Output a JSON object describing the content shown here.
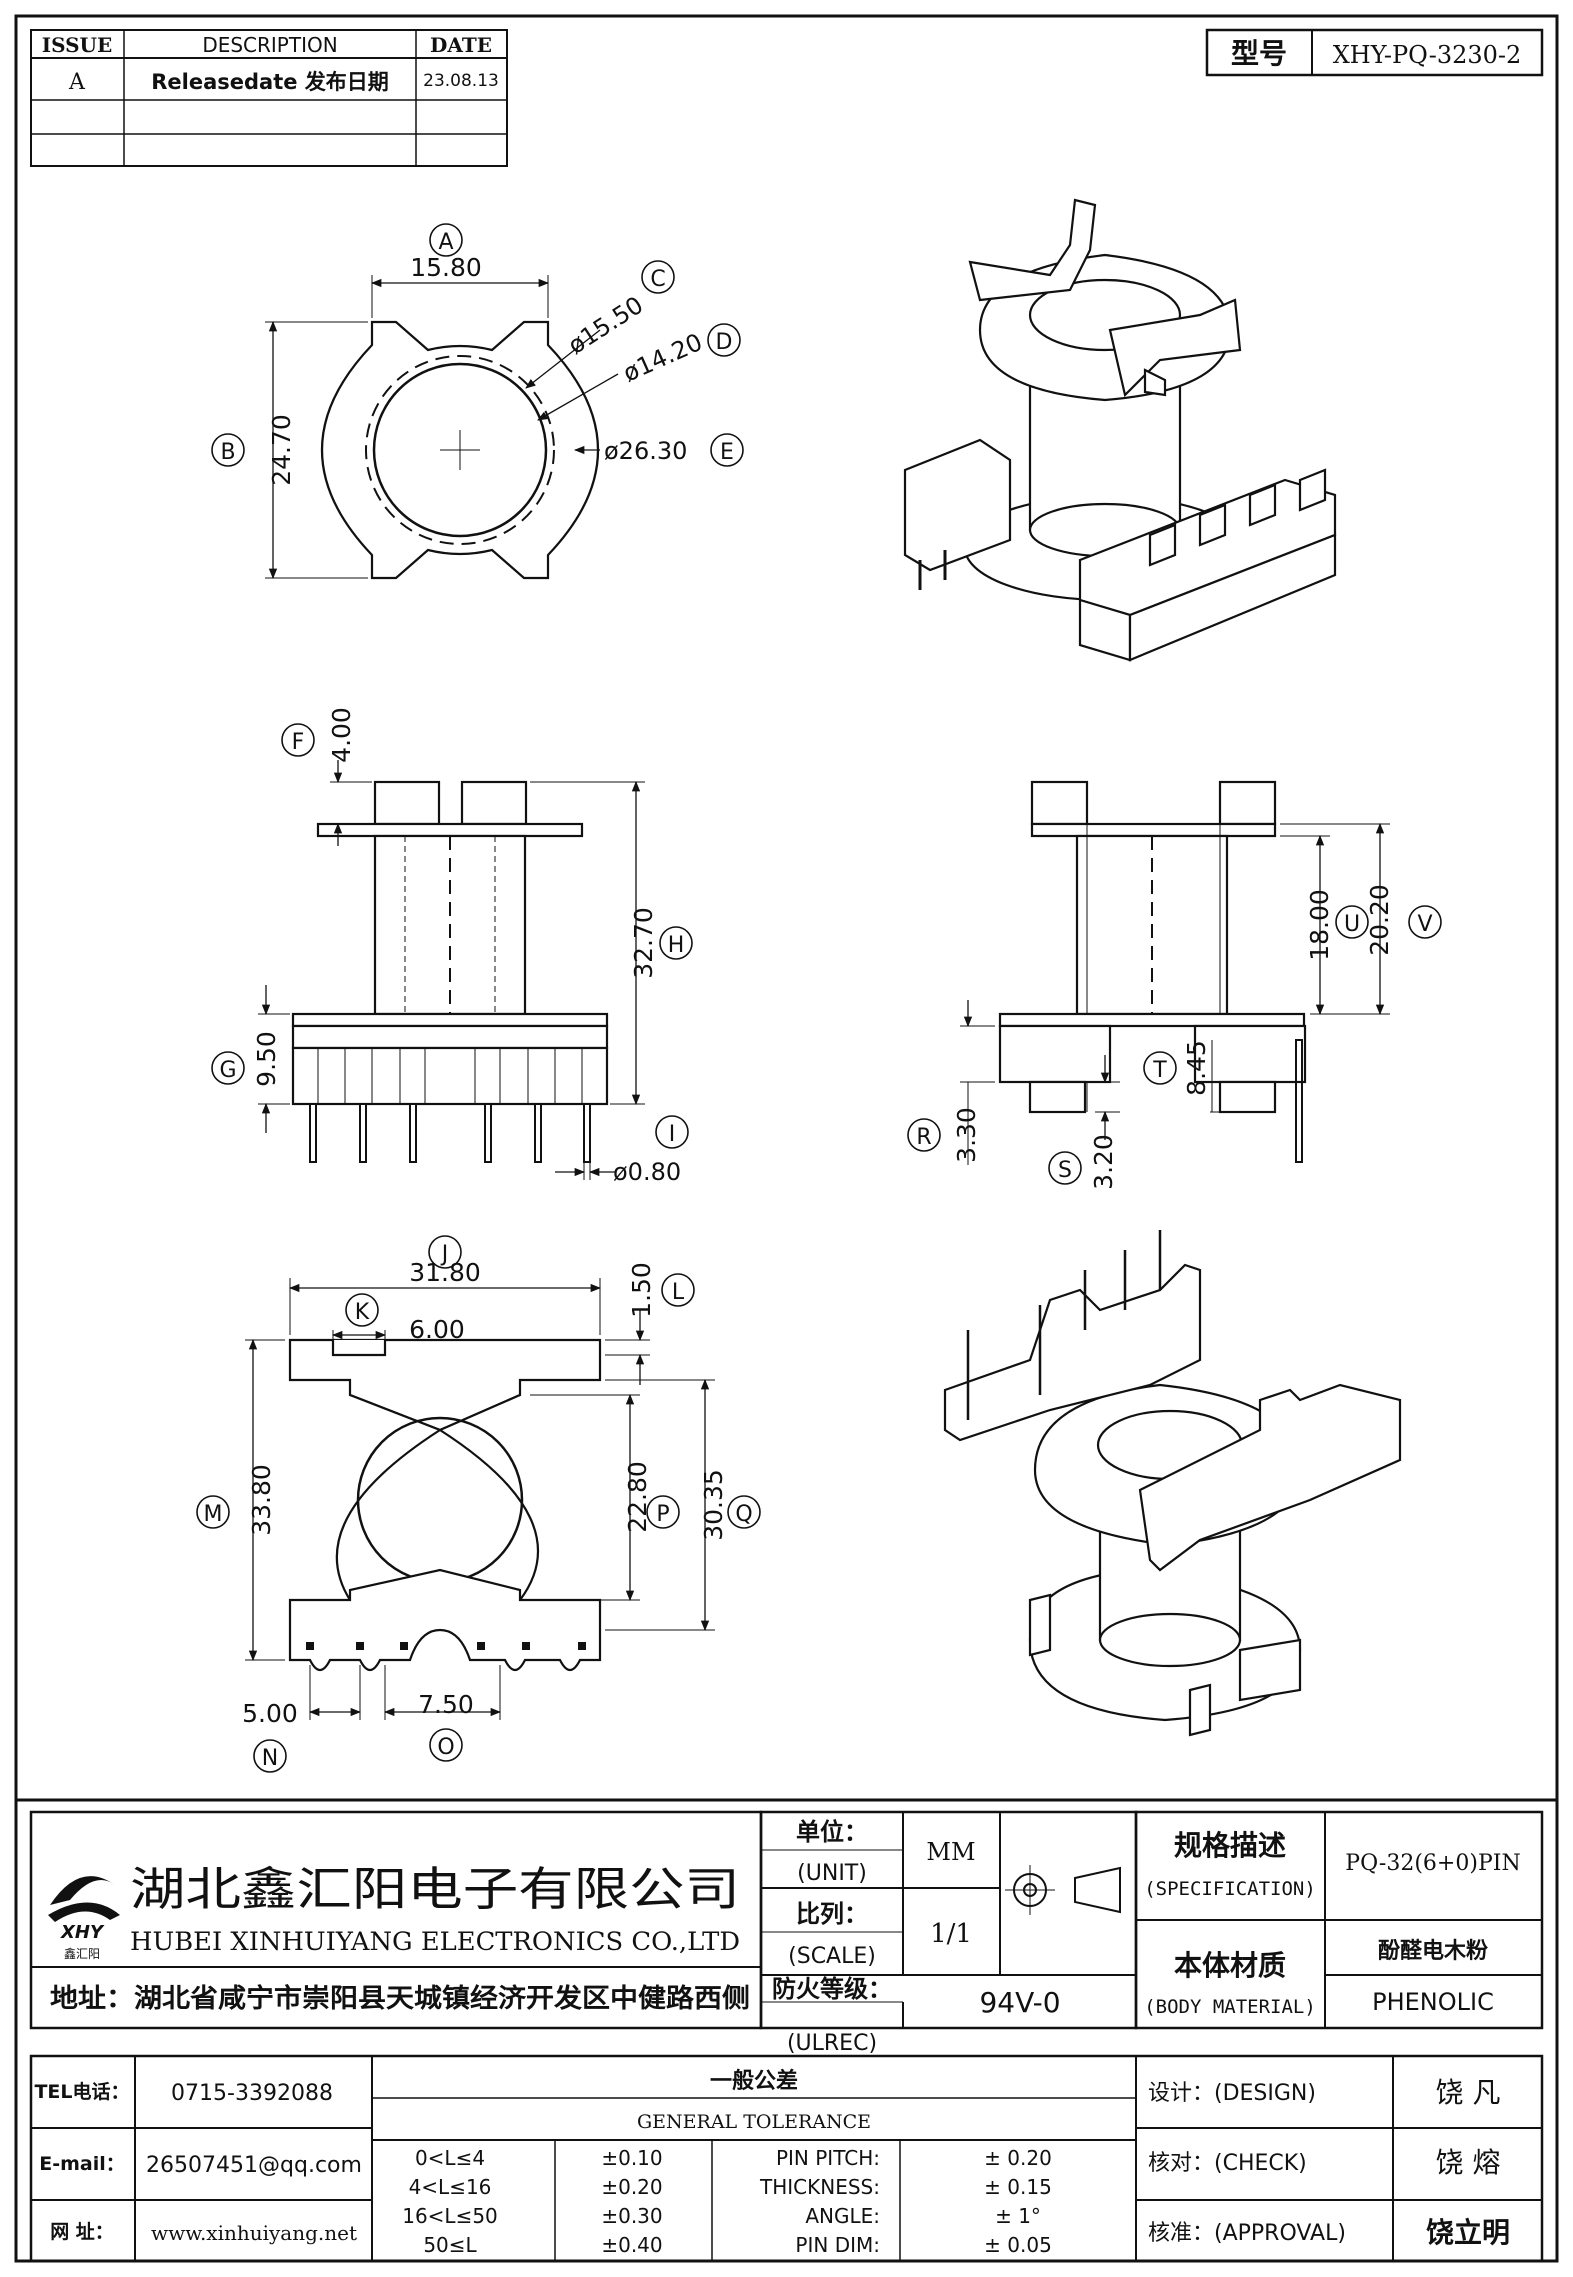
{
  "revision_table": {
    "headers": [
      "ISSUE",
      "DESCRIPTION",
      "DATE"
    ],
    "rows": [
      {
        "issue": "A",
        "description": "Releasedate 发布日期",
        "date": "23.08.13"
      },
      {
        "issue": "",
        "description": "",
        "date": ""
      },
      {
        "issue": "",
        "description": "",
        "date": ""
      }
    ]
  },
  "model": {
    "label": "型号",
    "value": "XHY-PQ-3230-2"
  },
  "top_view": {
    "dims": {
      "A": {
        "letter": "A",
        "value": "15.80"
      },
      "B": {
        "letter": "B",
        "value": "24.70"
      },
      "C": {
        "letter": "C",
        "value": "ø15.50"
      },
      "D": {
        "letter": "D",
        "value": "ø14.20"
      },
      "E": {
        "letter": "E",
        "value": "ø26.30"
      }
    }
  },
  "front_view": {
    "dims": {
      "F": {
        "letter": "F",
        "value": "4.00"
      },
      "H": {
        "letter": "H",
        "value": "32.70"
      },
      "G": {
        "letter": "G",
        "value": "9.50"
      },
      "I": {
        "letter": "I",
        "value": "ø0.80"
      }
    }
  },
  "side_view": {
    "dims": {
      "U": {
        "letter": "U",
        "value": "18.00"
      },
      "V": {
        "letter": "V",
        "value": "20.20"
      },
      "T": {
        "letter": "T",
        "value": "8.45"
      },
      "R": {
        "letter": "R",
        "value": "3.30"
      },
      "S": {
        "letter": "S",
        "value": "3.20"
      }
    }
  },
  "bottom_view": {
    "dims": {
      "J": {
        "letter": "J",
        "value": "31.80"
      },
      "K": {
        "letter": "K",
        "value": "6.00"
      },
      "L": {
        "letter": "L",
        "value": "1.50"
      },
      "M": {
        "letter": "M",
        "value": "33.80"
      },
      "P": {
        "letter": "P",
        "value": "22.80"
      },
      "Q": {
        "letter": "Q",
        "value": "30.35"
      },
      "N": {
        "letter": "N",
        "value": "5.00"
      },
      "O": {
        "letter": "O",
        "value": "7.50"
      }
    }
  },
  "company": {
    "name_cn": "湖北鑫汇阳电子有限公司",
    "name_en": "HUBEI XINHUIYANG ELECTRONICS CO.,LTD",
    "logo_text": "XHY",
    "logo_sub": "鑫汇阳",
    "address": "地址：湖北省咸宁市崇阳县天城镇经济开发区中健路西侧"
  },
  "unit": {
    "label_cn": "单位：",
    "label_en": "(UNIT)",
    "value": "MM"
  },
  "scale": {
    "label_cn": "比列：",
    "label_en": "(SCALE)",
    "value": "1/1"
  },
  "flammability": {
    "label_cn": "防火等级：",
    "label_en": "(ULREC)",
    "value": "94V-0"
  },
  "specification": {
    "label_cn": "规格描述",
    "label_en": "(SPECIFICATION)",
    "value": "PQ-32(6+0)PIN"
  },
  "material": {
    "label_cn": "本体材质",
    "label_en": "(BODY MATERIAL)",
    "value_cn": "酚醛电木粉",
    "value_en": "PHENOLIC"
  },
  "contact": {
    "tel_label": "TEL电话：",
    "tel": "0715-3392088",
    "email_label": "E-mail：",
    "email": "26507451@qq.com",
    "web_label": "网  址：",
    "web": "www.xinhuiyang.net"
  },
  "tolerance": {
    "title_cn": "一般公差",
    "title_en": "GENERAL TOLERANCE",
    "ranges": [
      {
        "range": "0<L≤4",
        "tol": "±0.10"
      },
      {
        "range": "4<L≤16",
        "tol": "±0.20"
      },
      {
        "range": "16<L≤50",
        "tol": "±0.30"
      },
      {
        "range": "50≤L",
        "tol": "±0.40"
      }
    ],
    "others": [
      {
        "name": "PIN PITCH:",
        "tol": "± 0.20"
      },
      {
        "name": "THICKNESS:",
        "tol": "± 0.15"
      },
      {
        "name": "ANGLE:",
        "tol": "± 1°"
      },
      {
        "name": "PIN DIM:",
        "tol": "± 0.05"
      }
    ]
  },
  "approvals": [
    {
      "label": "设计：(DESIGN)",
      "name": "饶  凡"
    },
    {
      "label": "核对：(CHECK)",
      "name": "饶  熔"
    },
    {
      "label": "核准：(APPROVAL)",
      "name": "饶立明"
    }
  ]
}
